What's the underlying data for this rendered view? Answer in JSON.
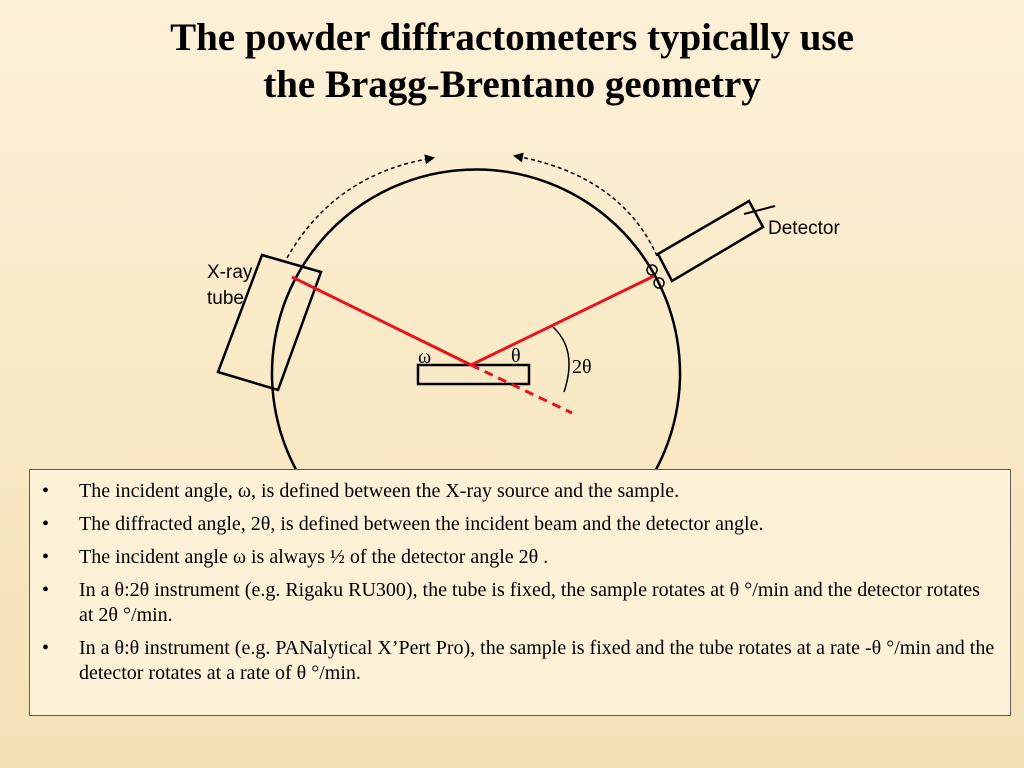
{
  "title": {
    "line1": "The powder diffractometers typically use",
    "line2": "the Bragg-Brentano geometry"
  },
  "diagram": {
    "labels": {
      "detector": "Detector",
      "xray_tube_line1": "X-ray",
      "xray_tube_line2": "tube",
      "omega": "ω",
      "theta": "θ",
      "two_theta": "2θ"
    },
    "colors": {
      "beam": "#e8141a",
      "outline": "#000000"
    }
  },
  "notes": {
    "bullet_glyph": "•",
    "items": [
      "The incident angle, ω, is defined between the X-ray source and the sample.",
      "The diffracted angle, 2θ, is defined between the incident beam and the detector angle.",
      "The incident angle ω  is always ½ of the detector angle 2θ .",
      "In a θ:2θ instrument (e.g. Rigaku RU300), the tube is fixed, the sample rotates at θ °/min and the detector rotates at 2θ °/min.",
      "In a θ:θ instrument (e.g. PANalytical X’Pert Pro), the sample is fixed and the tube rotates at a rate -θ °/min and the detector rotates at a rate of θ °/min."
    ]
  }
}
